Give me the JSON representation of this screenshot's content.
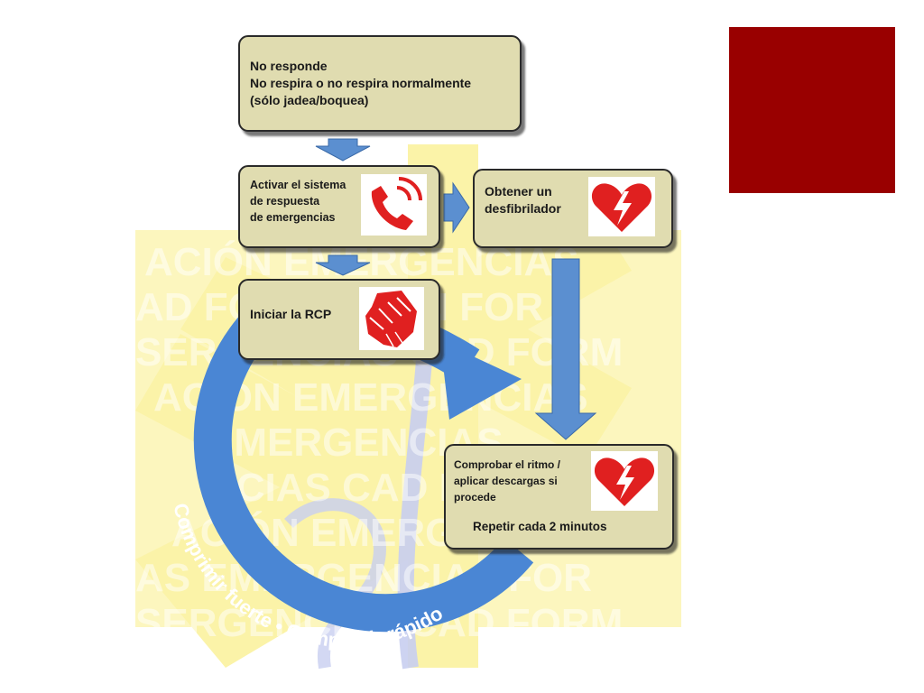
{
  "colors": {
    "box_fill": "#e0dcb0",
    "box_stroke": "#2a2a2a",
    "arrow_blue": "#5b8fd0",
    "ring_blue": "#4a86d4",
    "icon_red": "#e02020",
    "accent_square": "#990000",
    "watermark_yellow": "#fbf3a8"
  },
  "boxes": {
    "no_responde": {
      "line1": "No responde",
      "line2": "No respira o no respira normalmente",
      "line3": "(sólo jadea/boquea)"
    },
    "activar": {
      "line1": "Activar el sistema",
      "line2": "de respuesta",
      "line3": "de emergencias",
      "icon": "phone-icon"
    },
    "obtener": {
      "line1": "Obtener un",
      "line2": "desfibrilador",
      "icon": "heart-bolt-icon"
    },
    "iniciar": {
      "line1": "Iniciar la RCP",
      "icon": "hands-icon"
    },
    "comprobar": {
      "line1": "Comprobar el ritmo /",
      "line2": "aplicar descargas si",
      "line3": "procede",
      "line4": "Repetir cada 2 minutos",
      "icon": "heart-bolt-icon"
    }
  },
  "cycle": {
    "text": "Comprimir fuerte • Comprimir rápido"
  },
  "watermark": {
    "rows": [
      "ACIÓN EMERGENCIAS",
      "AD FORMACIÓN FOR",
      "SERGENCIAS CAD FORM",
      "ACIÓN EMERGENCIAS",
      "EMERGENCIAS",
      "NCIAS CAD FORM",
      "ACIÓN EMERGENC",
      "AS EMERGENCIAS FOR",
      "SERGENCIAS CAD FORM"
    ]
  }
}
